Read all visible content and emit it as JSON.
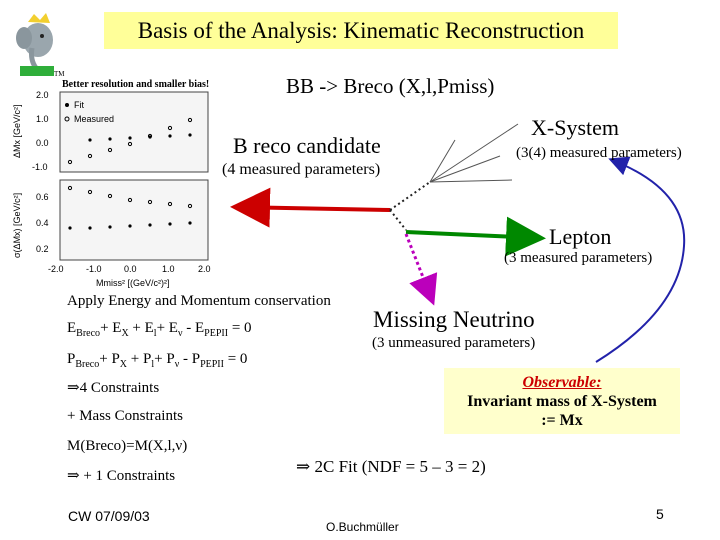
{
  "title": "Basis of the Analysis: Kinematic Reconstruction",
  "logo_mark": "TM",
  "plot": {
    "note": "Better resolution and smaller bias!",
    "legend_fit": "Fit",
    "legend_measured": "Measured",
    "ylabel_top": "ΔMx [GeV/c²]",
    "ylabel_bottom": "σ(ΔMx) [GeV/c²]",
    "xlabel": "Mmiss² [(GeV/c²)²]",
    "top_ticks": [
      "2.0",
      "1.0",
      "0.0",
      "-1.0"
    ],
    "bottom_ticks": [
      "0.6",
      "0.4",
      "0.2"
    ],
    "x_ticks": [
      "-2.0",
      "-1.0",
      "0.0",
      "1.0",
      "2.0"
    ]
  },
  "diagram": {
    "header": "BB -> Breco (X,l,Pmiss)",
    "breco_label": "B reco candidate",
    "breco_params": "(4 measured parameters)",
    "xsystem_label": "X-System",
    "xsystem_params": "(3(4) measured parameters)",
    "lepton_label": "Lepton",
    "lepton_params": "(3 measured parameters)",
    "neutrino_label": "Missing Neutrino",
    "neutrino_params": "(3 unmeasured parameters)",
    "colors": {
      "breco_arrow": "#cc0000",
      "lepton_arrow": "#008800",
      "neutrino_arrow": "#bb00bb",
      "curve": "#2222aa"
    }
  },
  "constraints": {
    "apply": "Apply Energy and Momentum conservation",
    "eq1": {
      "a": "E",
      "a_sub": "Breco",
      "b": "+ E",
      "b_sub": "X",
      "c": " + E",
      "c_sub": "l",
      "d": "+ E",
      "d_sub": "ν",
      "e": " - E",
      "e_sub": "PEPII",
      "f": " = 0"
    },
    "eq2": {
      "a": "P",
      "a_sub": "Breco",
      "b": "+ P",
      "b_sub": "X",
      "c": " + P",
      "c_sub": "l",
      "d": "+ P",
      "d_sub": "ν",
      "e": " - P",
      "e_sub": "PEPII",
      "f": " = 0"
    },
    "four": "⇒4 Constraints",
    "mass": "+ Mass Constraints",
    "mrel": "M(Breco)=M(X,l,ν)",
    "one": "⇒ + 1 Constraints"
  },
  "fit_text": "⇒ 2C Fit (NDF = 5 – 3 = 2)",
  "observable": {
    "title": "Observable:",
    "line1": "Invariant mass of X-System",
    "line2": ":= Mx"
  },
  "footer": {
    "date": "CW 07/09/03",
    "author": "O.Buchmüller",
    "page": "5"
  }
}
